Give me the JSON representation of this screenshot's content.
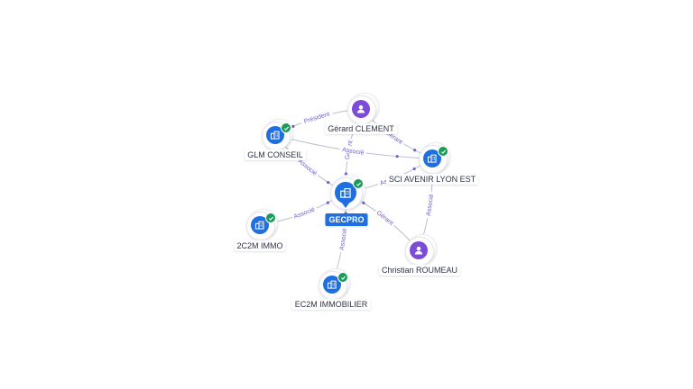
{
  "center": {
    "name": "GECPRO",
    "type": "company",
    "verified": true
  },
  "nodes": [
    {
      "id": "gerard",
      "name": "Gérard CLEMENT",
      "type": "person"
    },
    {
      "id": "glm",
      "name": "GLM CONSEIL",
      "type": "company",
      "verified": true
    },
    {
      "id": "sci",
      "name": "SCI AVENIR LYON EST",
      "type": "company",
      "verified": true
    },
    {
      "id": "c2cm",
      "name": "2C2M IMMO",
      "type": "company",
      "verified": true
    },
    {
      "id": "christian",
      "name": "Christian ROUMEAU",
      "type": "person"
    },
    {
      "id": "ec2m",
      "name": "EC2M IMMOBILIER",
      "type": "company",
      "verified": true
    }
  ],
  "edges": [
    {
      "from": "gerard",
      "to": "glm",
      "label": "Président"
    },
    {
      "from": "gerard",
      "to": "center",
      "label": "Gérant"
    },
    {
      "from": "gerard",
      "to": "sci",
      "label": "Gérant"
    },
    {
      "from": "glm",
      "to": "sci",
      "label": "Associé"
    },
    {
      "from": "glm",
      "to": "center",
      "label": "Associé"
    },
    {
      "from": "c2cm",
      "to": "center",
      "label": "Associé"
    },
    {
      "from": "center",
      "to": "sci",
      "label": "Associé"
    },
    {
      "from": "christian",
      "to": "center",
      "label": "Gérant"
    },
    {
      "from": "christian",
      "to": "sci",
      "label": "Associé"
    },
    {
      "from": "ec2m",
      "to": "center",
      "label": "Associé"
    }
  ]
}
